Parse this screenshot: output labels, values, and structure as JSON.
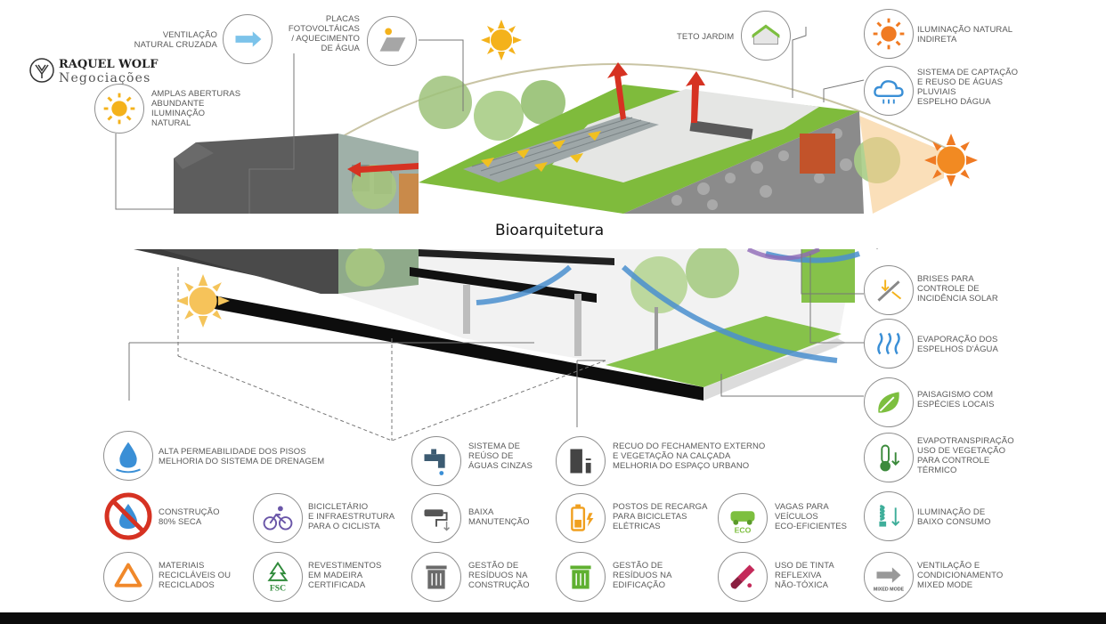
{
  "logo": {
    "line1": "RAQUEL WOLF",
    "line2": "Negociações"
  },
  "caption": "Bioarquitetura",
  "labels": {
    "ventilacao": [
      "VENTILAÇÃO",
      "NATURAL CRUZADA"
    ],
    "placas": [
      "PLACAS",
      "FOTOVOLTÁICAS",
      "/ AQUECIMENTO",
      "DE ÁGUA"
    ],
    "aberturas": [
      "AMPLAS ABERTURAS",
      "ABUNDANTE",
      "ILUMINAÇÃO",
      "NATURAL"
    ],
    "teto": [
      "TETO JARDIM"
    ],
    "iluminacao_nat": [
      "ILUMINAÇÃO NATURAL",
      "INDIRETA"
    ],
    "captacao": [
      "SISTEMA DE CAPTAÇÃO",
      "E REUSO DE ÁGUAS",
      "PLUVIAIS",
      "ESPELHO DÁGUA"
    ],
    "brises": [
      "BRISES PARA",
      "CONTROLE DE",
      "INCIDÊNCIA SOLAR"
    ],
    "evaporacao": [
      "EVAPORAÇÃO DOS",
      "ESPELHOS D'ÁGUA"
    ],
    "paisagismo": [
      "PAISAGISMO COM",
      "ESPÉCIES LOCAIS"
    ],
    "permeabilidade": [
      "ALTA PERMEABILIDADE DOS PISOS",
      "MELHORIA DO SISTEMA DE DRENAGEM"
    ],
    "reuso": [
      "SISTEMA DE",
      "REÚSO DE",
      "ÁGUAS CINZAS"
    ],
    "recuo": [
      "RECUO DO FECHAMENTO EXTERNO",
      "E VEGETAÇÃO NA CALÇADA",
      "MELHORIA DO ESPAÇO URBANO"
    ],
    "evapotranspiracao": [
      "EVAPOTRANSPIRAÇÃO",
      "USO DE VEGETAÇÃO",
      "PARA CONTROLE",
      "TÉRMICO"
    ],
    "construcao": [
      "CONSTRUÇÃO",
      "80% SECA"
    ],
    "bicicletario": [
      "BICICLETÁRIO",
      "E INFRAESTRUTURA",
      "PARA O CICLISTA"
    ],
    "manutencao": [
      "BAIXA",
      "MANUTENÇÃO"
    ],
    "recarga": [
      "POSTOS DE RECARGA",
      "PARA BICICLETAS",
      "ELÉTRICAS"
    ],
    "vagas": [
      "VAGAS PARA",
      "VEÍCULOS",
      "ECO-EFICIENTES"
    ],
    "baixo_consumo": [
      "ILUMINAÇÃO DE",
      "BAIXO CONSUMO"
    ],
    "materiais": [
      "MATERIAIS",
      "RECICLÁVEIS OU",
      "RECICLADOS"
    ],
    "revestimentos": [
      "REVESTIMENTOS",
      "EM MADEIRA",
      "CERTIFICADA"
    ],
    "residuos_constr": [
      "GESTÃO DE",
      "RESÍDUOS NA",
      "CONSTRUÇÃO"
    ],
    "residuos_edif": [
      "GESTÃO DE",
      "RESÍDUOS NA",
      "EDIFICAÇÃO"
    ],
    "tinta": [
      "USO DE TINTA",
      "REFLEXIVA",
      "NÃO-TÓXICA"
    ],
    "mixed": [
      "VENTILAÇÃO E",
      "CONDICIONAMENTO",
      "MIXED MODE"
    ]
  },
  "icon_text": {
    "eco": "ECO",
    "fsc": "FSC",
    "mixed": "MIXED MODE"
  },
  "colors": {
    "sun": "#f4b21b",
    "green": "#7dbf3f",
    "water": "#3a8fd6",
    "red": "#d63222",
    "orange": "#f0882a"
  }
}
